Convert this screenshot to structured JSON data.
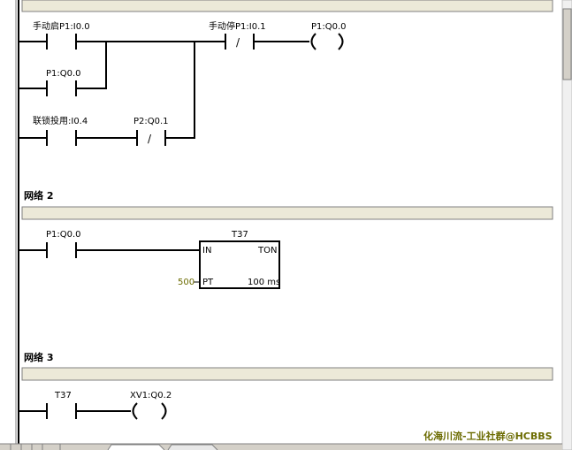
{
  "networks": [
    {
      "title": "",
      "contacts": [
        {
          "label": "手动启P1:I0.0"
        },
        {
          "label": "P1:Q0.0"
        },
        {
          "label": "联锁投用:I0.4"
        },
        {
          "label": "P2:Q0.1",
          "slash": "/"
        },
        {
          "label": "手动停P1:I0.1",
          "slash": "/"
        }
      ],
      "coil": {
        "label": "P1:Q0.0"
      }
    },
    {
      "title": "网络 2",
      "contact": {
        "label": "P1:Q0.0"
      },
      "timer": {
        "name": "T37",
        "type": "TON",
        "in_pin": "IN",
        "pt_pin": "PT",
        "pt_value": "500",
        "resolution": "100 ms"
      }
    },
    {
      "title": "网络 3",
      "contact": {
        "label": "T37"
      },
      "coil": {
        "label": "XV1:Q0.2"
      }
    }
  ],
  "watermark": "化海川流-工业社群@HCBBS",
  "colors": {
    "header_bar": "#ece9d8",
    "power_rail": "#000000",
    "preset_value": "#6b6b00",
    "watermark": "#6b6b00"
  }
}
